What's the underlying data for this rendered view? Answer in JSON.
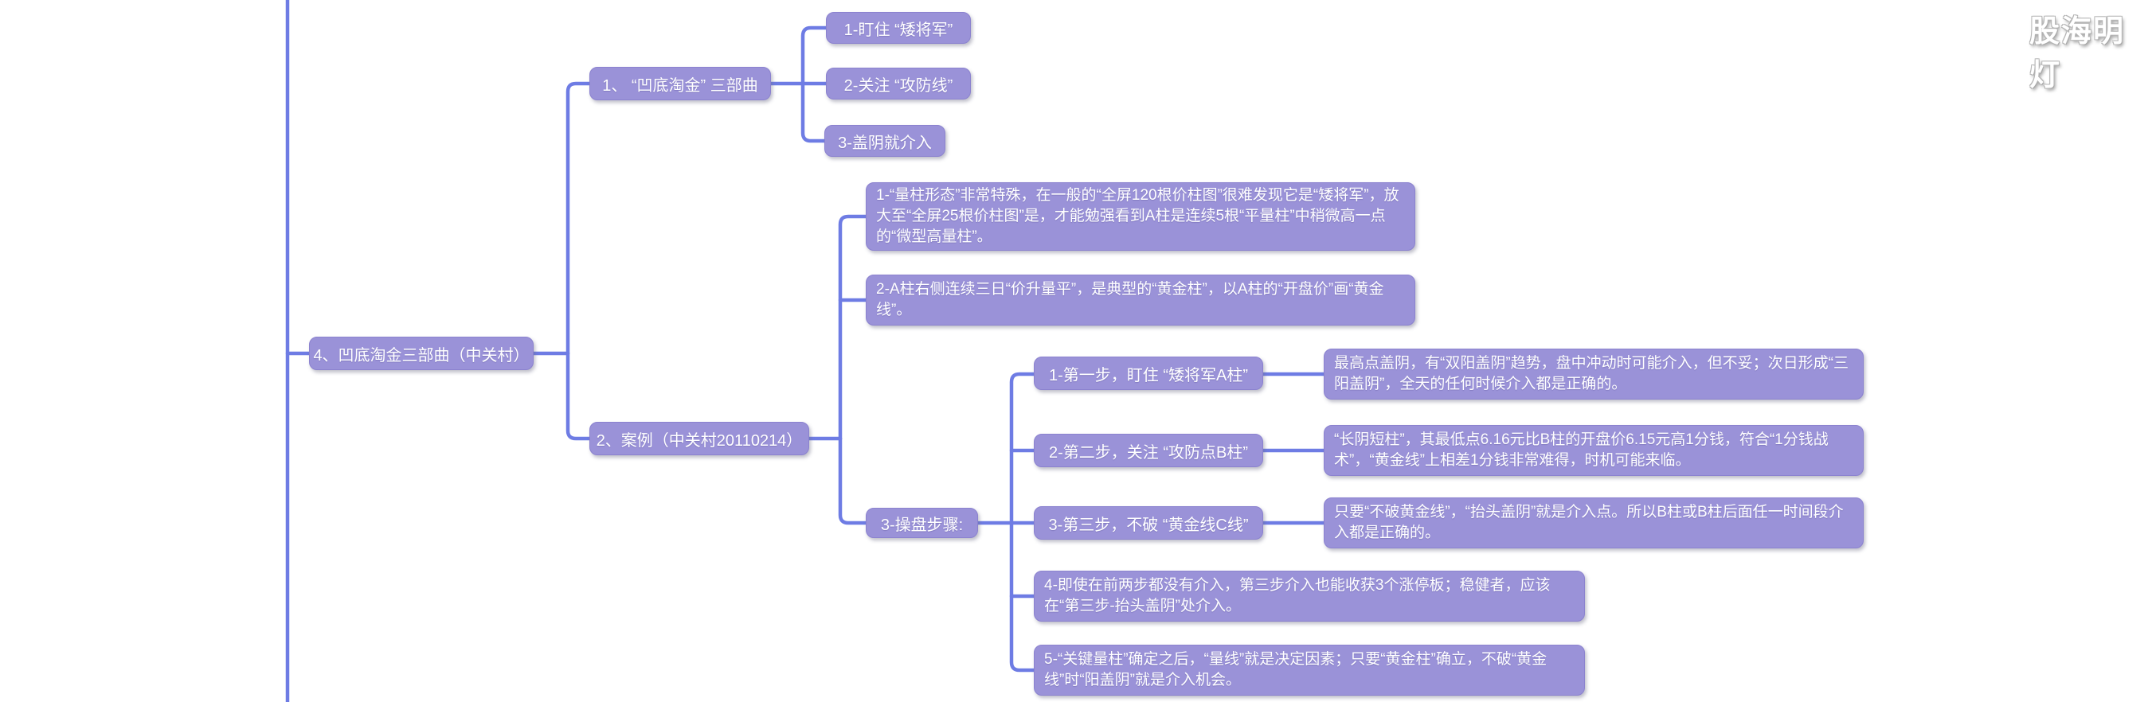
{
  "watermark": "股海明灯",
  "colors": {
    "node_fill": "#9a92d8",
    "node_border": "#8b82cf",
    "connector_line": "#6e7ce4",
    "node_text": "#ffffff",
    "background": "#ffffff"
  },
  "mindmap": {
    "root": {
      "label": "4、凹底淘金三部曲（中关村）"
    },
    "trilogy": {
      "label": "1、 “凹底淘金” 三部曲",
      "items": [
        {
          "label": "1-盯住 “矮将军”"
        },
        {
          "label": "2-关注 “攻防线”"
        },
        {
          "label": "3-盖阴就介入"
        }
      ]
    },
    "case": {
      "label": "2、案例（中关村20110214）",
      "points": [
        {
          "label": "1-“量柱形态”非常特殊，在一般的“全屏120根价柱图”很难发现它是“矮将军”，放大至“全屏25根价柱图”是，才能勉强看到A柱是连续5根“平量柱”中稍微高一点的“微型高量柱”。"
        },
        {
          "label": "2-A柱右侧连续三日“价升量平”，是典型的“黄金柱”，以A柱的“开盘价”画“黄金线”。"
        }
      ],
      "steps": {
        "label": "3-操盘步骤:",
        "items": [
          {
            "label": "1-第一步，盯住 “矮将军A柱”",
            "note": "最高点盖阴，有“双阳盖阴”趋势，盘中冲动时可能介入，但不妥；次日形成“三阳盖阴”，全天的任何时候介入都是正确的。"
          },
          {
            "label": "2-第二步，关注 “攻防点B柱”",
            "note": "“长阴短柱”，其最低点6.16元比B柱的开盘价6.15元高1分钱，符合“1分钱战术”，“黄金线”上相差1分钱非常难得，时机可能来临。"
          },
          {
            "label": "3-第三步，不破 “黄金线C线”",
            "note": "只要“不破黄金线”，“抬头盖阴”就是介入点。所以B柱或B柱后面任一时间段介入都是正确的。"
          },
          {
            "label": "4-即使在前两步都没有介入，第三步介入也能收获3个涨停板；稳健者，应该在“第三步-抬头盖阴”处介入。"
          },
          {
            "label": "5-“关键量柱”确定之后，“量线”就是决定因素；只要“黄金柱”确立，不破“黄金线”时“阳盖阴”就是介入机会。"
          }
        ]
      }
    }
  }
}
